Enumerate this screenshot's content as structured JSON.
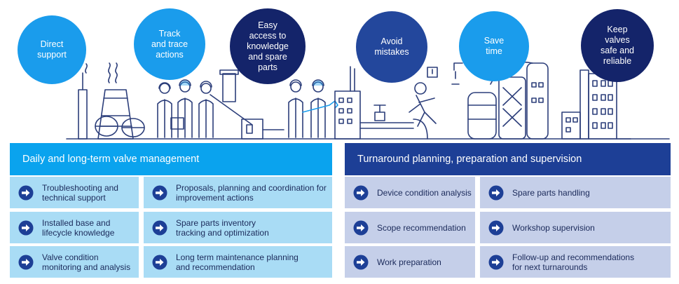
{
  "benefits": [
    {
      "label": "Direct\nsupport",
      "color": "#1a9cec"
    },
    {
      "label": "Track\nand trace\nactions",
      "color": "#1a9cec"
    },
    {
      "label": "Easy\naccess to\nknowledge\nand spare\nparts",
      "color": "#14246a"
    },
    {
      "label": "Avoid\nmistakes",
      "color": "#23479c"
    },
    {
      "label": "Save\ntime",
      "color": "#1a9cec"
    },
    {
      "label": "Keep\nvalves\nsafe and\nreliable",
      "color": "#14246a"
    }
  ],
  "left_panel": {
    "title": "Daily and long-term valve management",
    "header_color": "#0aa3ee",
    "card_color": "#a9dcf5",
    "items": [
      "Troubleshooting and\ntechnical support",
      "Proposals, planning and coordination for\nimprovement actions",
      "Installed base and\nlifecycle knowledge",
      "Spare parts inventory\ntracking and optimization",
      "Valve condition\nmonitoring and analysis",
      "Long term maintenance planning\nand recommendation"
    ]
  },
  "right_panel": {
    "title": "Turnaround planning, preparation and supervision",
    "header_color": "#1d3f96",
    "card_color": "#c5cfe9",
    "items": [
      "Device condition analysis",
      "Spare parts handling",
      "Scope recommendation",
      "Workshop supervision",
      "Work preparation",
      "Follow-up and recommendations\nfor next turnarounds"
    ]
  },
  "icons": {
    "card_icon": "arrow-right-circle-icon",
    "icon_fill": "#1d3f96",
    "icon_arrow": "#ffffff"
  },
  "colors": {
    "line_art": "#2c3e7a",
    "accent": "#1a9cec"
  }
}
